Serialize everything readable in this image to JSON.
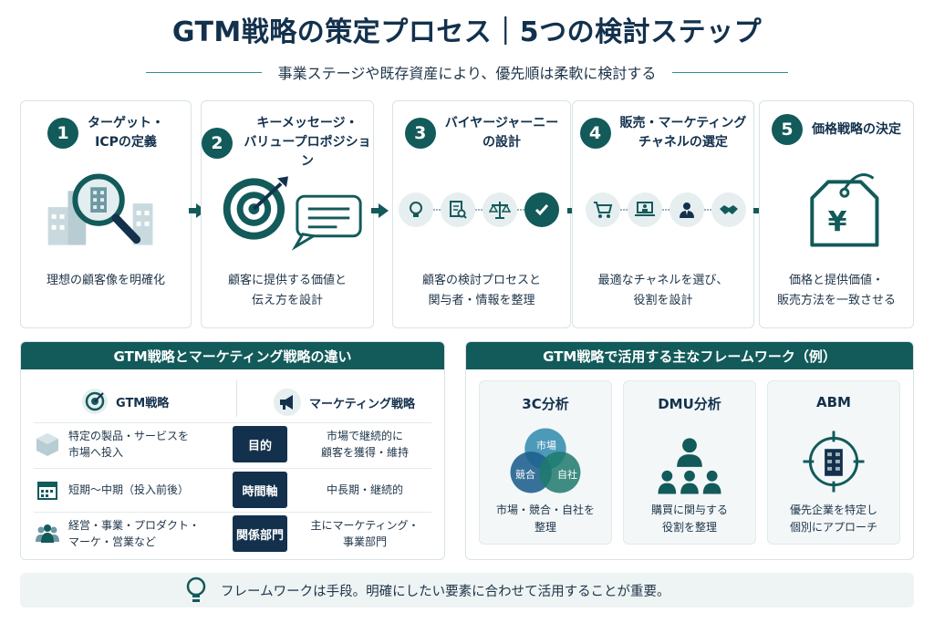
{
  "title": "GTM戦略の策定プロセス｜5つの検討ステップ",
  "subtitle": "事業ステージや既存資産により、優先順は柔軟に検討する",
  "steps": [
    {
      "num": "1",
      "title_l1": "ターゲット・",
      "title_l2": "ICPの定義",
      "desc_l1": "理想の顧客像を明確化",
      "desc_l2": ""
    },
    {
      "num": "2",
      "title_l1": "キーメッセージ・",
      "title_l2": "バリュープロポジション",
      "desc_l1": "顧客に提供する価値と",
      "desc_l2": "伝え方を設計"
    },
    {
      "num": "3",
      "title_l1": "バイヤージャーニー",
      "title_l2": "の設計",
      "desc_l1": "顧客の検討プロセスと",
      "desc_l2": "関与者・情報を整理"
    },
    {
      "num": "4",
      "title_l1": "販売・マーケティング",
      "title_l2": "チャネルの選定",
      "desc_l1": "最適なチャネルを選び、",
      "desc_l2": "役割を設計"
    },
    {
      "num": "5",
      "title_l1": "価格戦略の決定",
      "title_l2": "",
      "desc_l1": "価格と提供価値・",
      "desc_l2": "販売方法を一致させる"
    }
  ],
  "price_symbol": "¥",
  "comparison": {
    "header": "GTM戦略とマーケティング戦略の違い",
    "left_label": "GTM戦略",
    "right_label": "マーケティング戦略",
    "rows": [
      {
        "left_l1": "特定の製品・サービスを",
        "left_l2": "市場へ投入",
        "mid": "目的",
        "right_l1": "市場で継続的に",
        "right_l2": "顧客を獲得・維持"
      },
      {
        "left_l1": "短期〜中期（投入前後）",
        "left_l2": "",
        "mid": "時間軸",
        "right_l1": "中長期・継続的",
        "right_l2": ""
      },
      {
        "left_l1": "経営・事業・プロダクト・",
        "left_l2": "マーケ・営業など",
        "mid": "関係部門",
        "right_l1": "主にマーケティング・",
        "right_l2": "事業部門"
      }
    ]
  },
  "frameworks": {
    "header": "GTM戦略で活用する主なフレームワーク（例）",
    "cards": [
      {
        "title": "3C分析",
        "desc_l1": "市場・競合・自社を",
        "desc_l2": "整理",
        "venn": [
          "市場",
          "競合",
          "自社"
        ]
      },
      {
        "title": "DMU分析",
        "desc_l1": "購買に関与する",
        "desc_l2": "役割を整理"
      },
      {
        "title": "ABM",
        "desc_l1": "優先企業を特定し",
        "desc_l2": "個別にアプローチ"
      }
    ]
  },
  "footer": "フレームワークは手段。明確にしたい要素に合わせて活用することが重要。",
  "colors": {
    "primary": "#135a5a",
    "navy": "#13314d",
    "venn_top": "#3a8fb0",
    "venn_left": "#1d5f8c",
    "venn_right": "#1f7a6d"
  }
}
